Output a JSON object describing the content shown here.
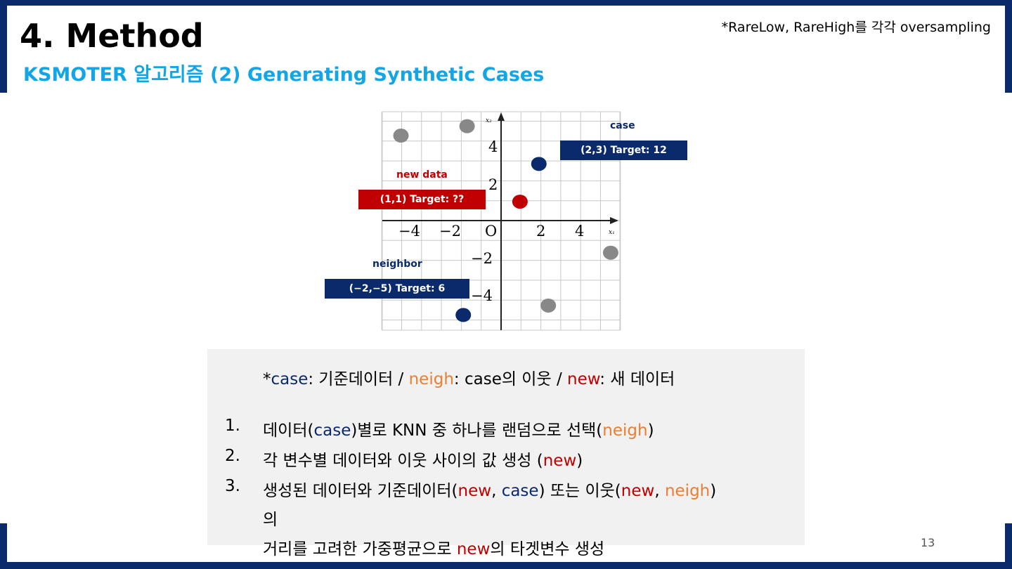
{
  "header": {
    "title": "4. Method",
    "subtitle": "KSMOTER 알고리즘 (2) Generating Synthetic Cases",
    "note": "*RareLow, RareHigh를 각각 oversampling"
  },
  "graph": {
    "axis": {
      "x_name": "x₁",
      "y_name": "x₂",
      "origin": "O"
    },
    "x_ticks": [
      "−4",
      "−2",
      "2",
      "4"
    ],
    "y_ticks": [
      "4",
      "2",
      "−2",
      "−4"
    ],
    "points": [
      {
        "role": "other",
        "x": -5.3,
        "y": 4.5,
        "color": "#888888"
      },
      {
        "role": "other",
        "x": -1.8,
        "y": 5.0,
        "color": "#888888"
      },
      {
        "role": "other",
        "x": 5.8,
        "y": -1.7,
        "color": "#888888"
      },
      {
        "role": "other",
        "x": 2.5,
        "y": -4.5,
        "color": "#888888"
      },
      {
        "role": "case",
        "x": 2,
        "y": 3,
        "color": "#0b2a6b"
      },
      {
        "role": "new",
        "x": 1,
        "y": 1,
        "color": "#c00000"
      },
      {
        "role": "neighbor",
        "x": -2,
        "y": -5,
        "color": "#0b2a6b"
      }
    ],
    "annotations": {
      "case_label": "case",
      "case_box": "(2,3) Target: 12",
      "new_label": "new data",
      "new_box": "(1,1) Target: ??",
      "neighbor_label": "neighbor",
      "neighbor_box": "(−2,−5) Target: 6"
    }
  },
  "description": {
    "legend": {
      "star": "*",
      "case": "case",
      "case_desc": ": 기준데이터 / ",
      "neigh": "neigh",
      "neigh_desc": ": case의 이웃 / ",
      "new": "new",
      "new_desc": ": 새 데이터"
    },
    "step1": {
      "num": "1.",
      "a": "데이터(",
      "case": "case",
      "b": ")별로 KNN 중 하나를 랜덤으로 선택(",
      "neigh": "neigh",
      "c": ")"
    },
    "step2": {
      "num": "2.",
      "a": "각 변수별 데이터와 이웃 사이의 값 생성 (",
      "new": "new",
      "b": ")"
    },
    "step3": {
      "num": "3.",
      "a": "생성된 데이터와 기준데이터(",
      "new1": "new",
      "b": ", ",
      "case": "case",
      "c": ") 또는 이웃(",
      "new2": "new",
      "d": ", ",
      "neigh": "neigh",
      "e": ")",
      "wrap": "의",
      "line2_a": "거리를 고려한 가중평균으로 ",
      "line2_new": "new",
      "line2_b": "의 타겟변수 생성"
    }
  },
  "page_number": "13",
  "colors": {
    "navy": "#0b2a6b",
    "accent": "#12a6e6",
    "red": "#c00000",
    "orange": "#ed7d31",
    "gray": "#888888"
  }
}
